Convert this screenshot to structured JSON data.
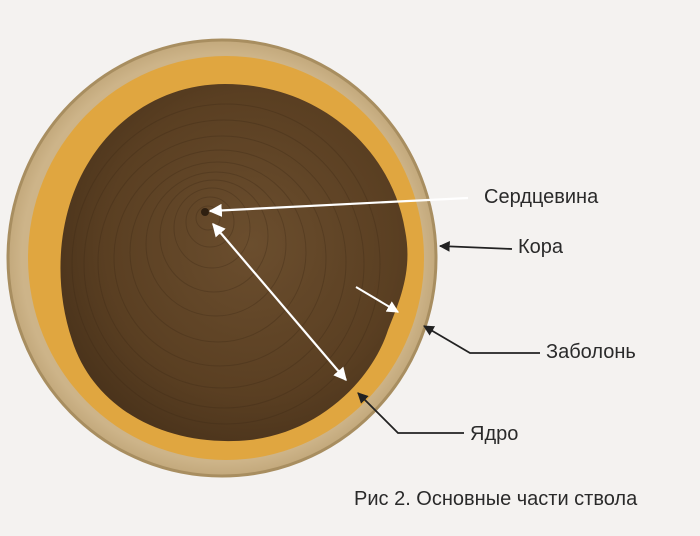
{
  "labels": {
    "pith": "Сердцевина",
    "bark": "Кора",
    "sapwood": "Заболонь",
    "heartwood": "Ядро"
  },
  "caption": "Рис 2. Основные части ствола",
  "colors": {
    "background": "#f4f2f0",
    "bark": "#c2a87a",
    "sapwood": "#e0a640",
    "heartwood": "#5e4326",
    "ring": "#3f2c18",
    "arrow_white": "#ffffff",
    "arrow_dark": "#222222"
  }
}
